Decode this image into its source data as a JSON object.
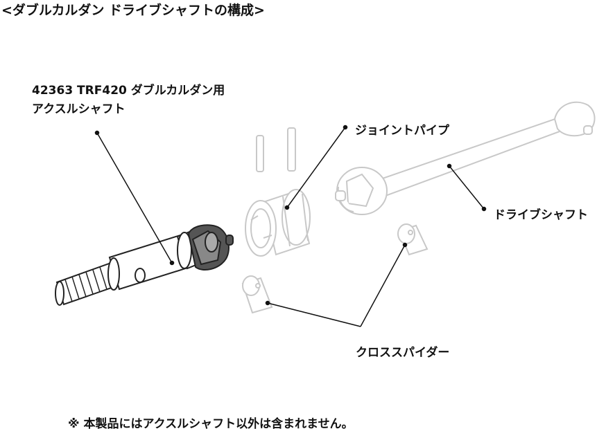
{
  "title": "<ダブルカルダン ドライブシャフトの構成>",
  "product": {
    "line1": "42363 TRF420 ダブルカルダン用",
    "line2": "アクスルシャフト"
  },
  "parts": {
    "joint_pipe": "ジョイントパイプ",
    "drive_shaft": "ドライブシャフト",
    "cross_spider": "クロススパイダー"
  },
  "note": "※ 本製品にはアクスルシャフト以外は含まれません。",
  "colors": {
    "highlight_part": "#222222",
    "ghost_part": "#cccccc"
  }
}
